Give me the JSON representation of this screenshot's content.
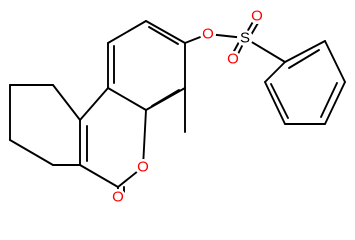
{
  "molecule": {
    "atoms": {
      "ester_ring_O": "O",
      "carbonyl_O": "O",
      "sulfonate_ester_O": "O",
      "sulfonyl_O_top": "O",
      "sulfonyl_O_bottom": "O",
      "sulfur": "S"
    },
    "colors": {
      "bond": "#000000",
      "oxygen": "#ff0000",
      "sulfur": "#000000",
      "background": "#ffffff"
    }
  }
}
